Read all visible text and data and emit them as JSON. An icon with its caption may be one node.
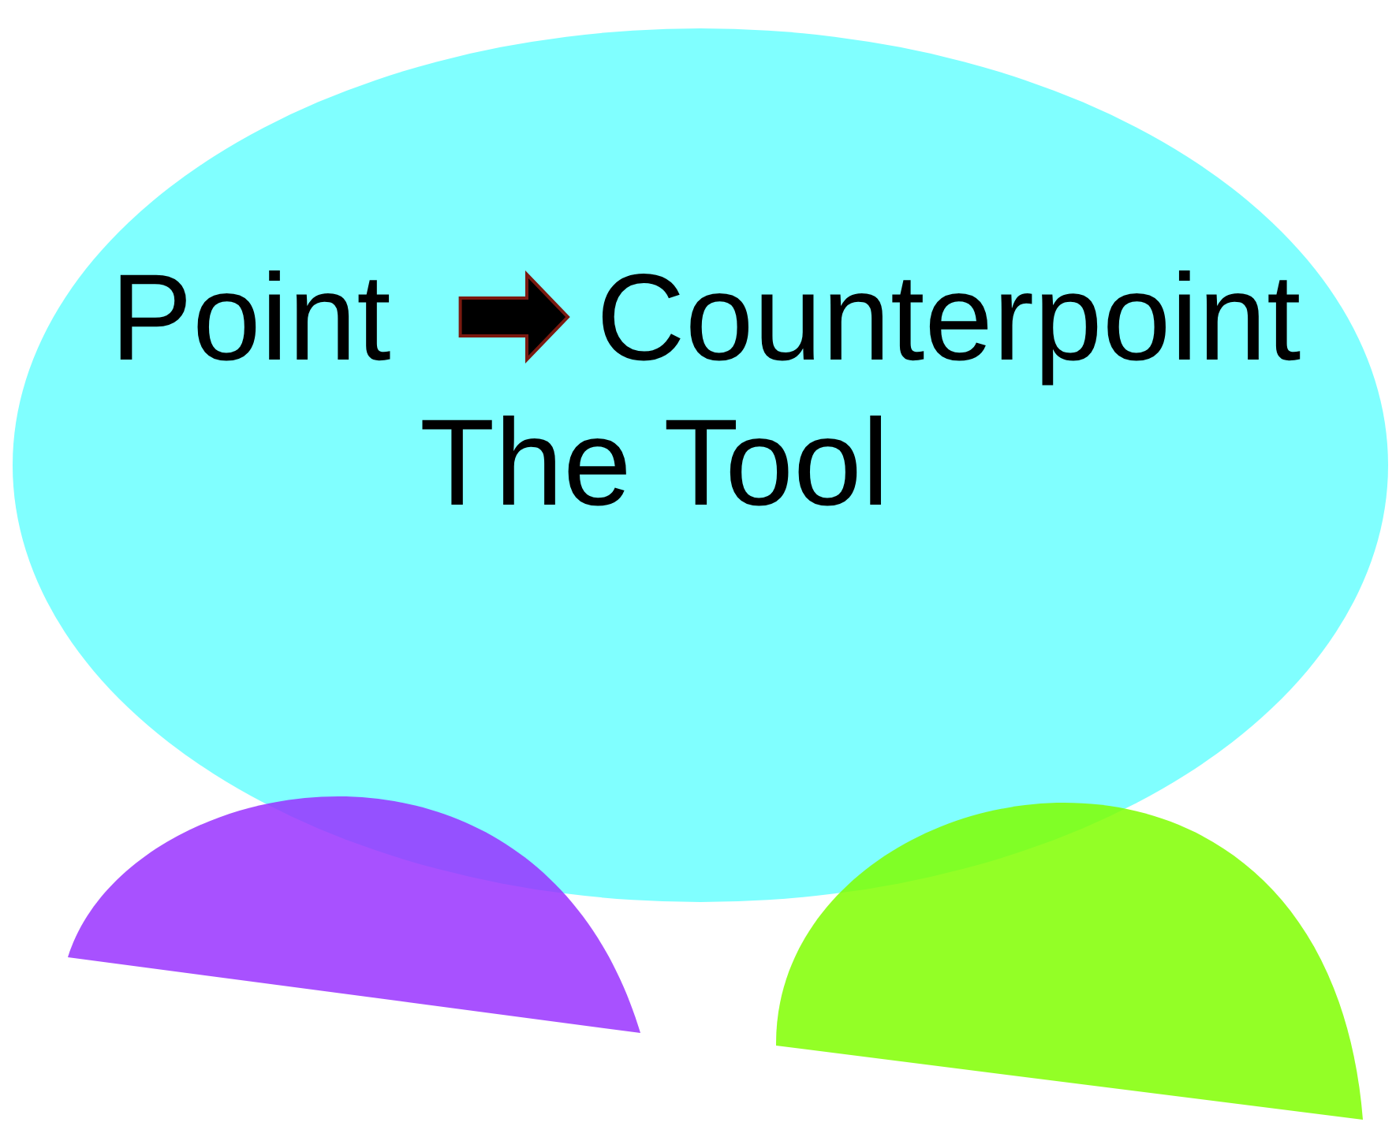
{
  "diagram": {
    "nodes": [
      {
        "text": [
          "The Tool"
        ]
      },
      {
        "text": [
          "Point"
        ],
        "in": 0
      },
      {
        "text": [
          "Counterpoint"
        ],
        "in": 0
      },
      {
        "text": [],
        "shape": "semicircle"
      },
      {
        "text": [],
        "shape": "semicircle"
      }
    ],
    "edges": [
      {
        "from": 1,
        "to": 2,
        "arrow": "to"
      }
    ]
  }
}
